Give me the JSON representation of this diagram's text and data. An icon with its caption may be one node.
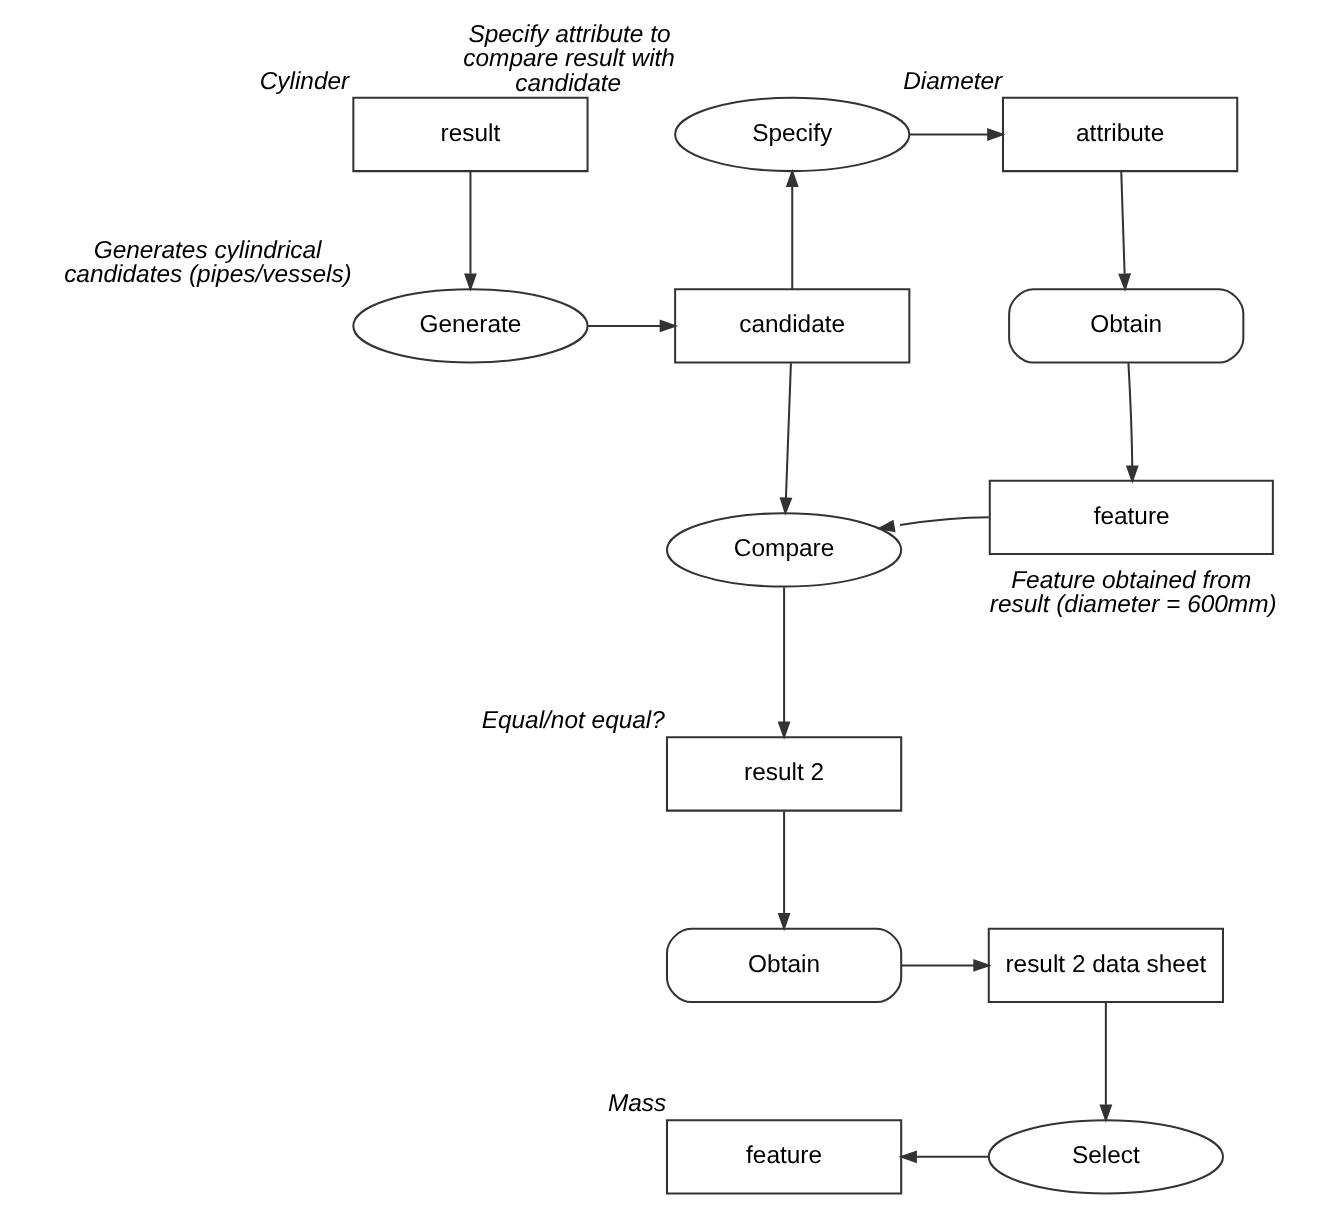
{
  "diagram": {
    "nodes": [
      {
        "text": [
          "result"
        ],
        "beside": [
          "Cylinder"
        ]
      },
      {
        "text": [
          "Generate"
        ],
        "beside": [
          "Generates cylindrical candidates (pipes/vessels)"
        ]
      },
      {
        "text": [
          "candidate"
        ]
      },
      {
        "text": [
          "Specify"
        ],
        "beside": [
          "Specify attribute to compare result with candidate"
        ]
      },
      {
        "text": [
          "attribute"
        ],
        "beside": [
          "Diameter"
        ]
      },
      {
        "text": [
          "Obtain"
        ]
      },
      {
        "text": [
          "feature"
        ],
        "beside": [
          "Feature obtained from result (diameter = 600mm)"
        ]
      },
      {
        "text": [
          "Compare"
        ]
      },
      {
        "text": [
          "result 2"
        ],
        "beside": [
          "Equal/not equal?"
        ]
      },
      {
        "text": [
          "Obtain"
        ]
      },
      {
        "text": [
          "result 2 data sheet"
        ]
      },
      {
        "text": [
          "Select"
        ]
      },
      {
        "text": [
          "feature"
        ],
        "beside": [
          "Mass"
        ]
      }
    ],
    "edges": [
      {
        "from": 0,
        "to": 1,
        "arrow": "to"
      },
      {
        "from": 1,
        "to": 2,
        "arrow": "to"
      },
      {
        "from": 2,
        "to": 3,
        "arrow": "to"
      },
      {
        "from": 3,
        "to": 4,
        "arrow": "to"
      },
      {
        "from": 4,
        "to": 5,
        "arrow": "to"
      },
      {
        "from": 5,
        "to": 6,
        "arrow": "to"
      },
      {
        "from": 6,
        "to": 7,
        "arrow": "to"
      },
      {
        "from": 2,
        "to": 7,
        "arrow": "to"
      },
      {
        "from": 7,
        "to": 8,
        "arrow": "to"
      },
      {
        "from": 8,
        "to": 9,
        "arrow": "to"
      },
      {
        "from": 9,
        "to": 10,
        "arrow": "to"
      },
      {
        "from": 10,
        "to": 11,
        "arrow": "to"
      },
      {
        "from": 11,
        "to": 12,
        "arrow": "to"
      }
    ]
  }
}
